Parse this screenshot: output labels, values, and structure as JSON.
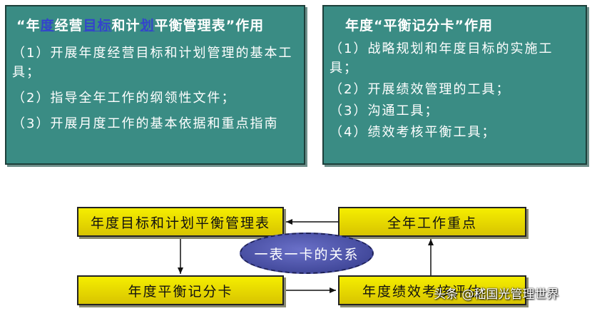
{
  "left_panel": {
    "title_parts": [
      "“年",
      "度",
      "经营",
      "目标",
      "和计",
      "划",
      "平衡管理表”作用"
    ],
    "items": [
      "（1）开展年度经营目标和计划管理的基本工具；",
      "（2）指导全年工作的纲领性文件；",
      "（3）开展月度工作的基本依据和重点指南"
    ]
  },
  "right_panel": {
    "title": "年度“平衡记分卡”作用",
    "items": [
      "（1）战略规划和年度目标的实施工具；",
      "（2）开展绩效管理的工具；",
      "（3）沟通工具；",
      "（4）绩效考核平衡工具；"
    ]
  },
  "diagram": {
    "plan_table": "年度目标和计划平衡管理表",
    "annual_focus": "全年工作重点",
    "balanced_card": "年度平衡记分卡",
    "perf_box": "年度绩效考核评估",
    "center": "一表一卡的关系"
  },
  "watermark": "头条 @嵇国光管理世界",
  "colors": {
    "panel_bg": "#3a8c84",
    "box_yellow": "#f5ee00",
    "oval_blue": "#4a50a8",
    "title_highlight": "#3344cc"
  }
}
